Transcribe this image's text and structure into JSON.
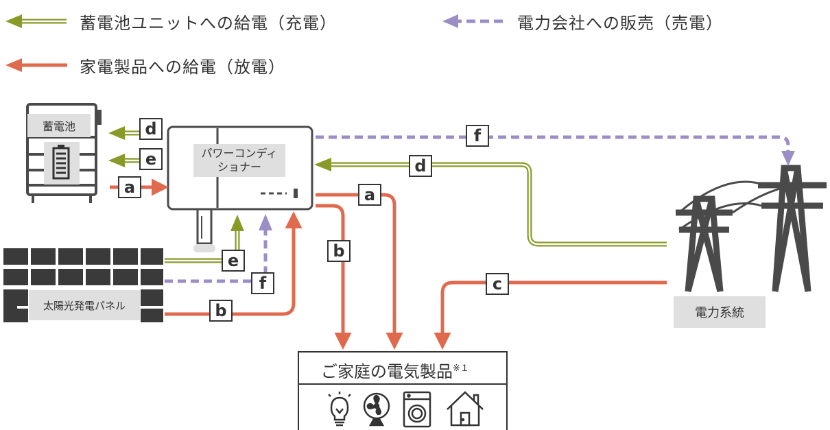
{
  "legend": {
    "charge": "蓄電池ユニットへの給電（充電）",
    "sell": "電力会社への販売（売電）",
    "discharge": "家電製品への給電（放電）"
  },
  "labels": {
    "battery": "蓄電池",
    "power_conditioner": "パワーコンディショナー",
    "solar_panel": "太陽光発電パネル",
    "grid": "電力系統",
    "appliances": "ご家庭の電気製品",
    "appliances_note": "※１"
  },
  "flow_letters": {
    "a": "a",
    "b": "b",
    "c": "c",
    "d": "d",
    "e": "e",
    "f": "f"
  },
  "colors": {
    "charge_green": "#8a9a28",
    "sell_purple": "#9b8ec4",
    "discharge_orange": "#e06a4e",
    "equipment_gray": "#4a4a4a",
    "label_bg": "#dfdfdf"
  },
  "icons": [
    "battery-icon",
    "light-bulb-icon",
    "fan-icon",
    "washing-machine-icon",
    "house-icon",
    "power-tower-icon"
  ]
}
